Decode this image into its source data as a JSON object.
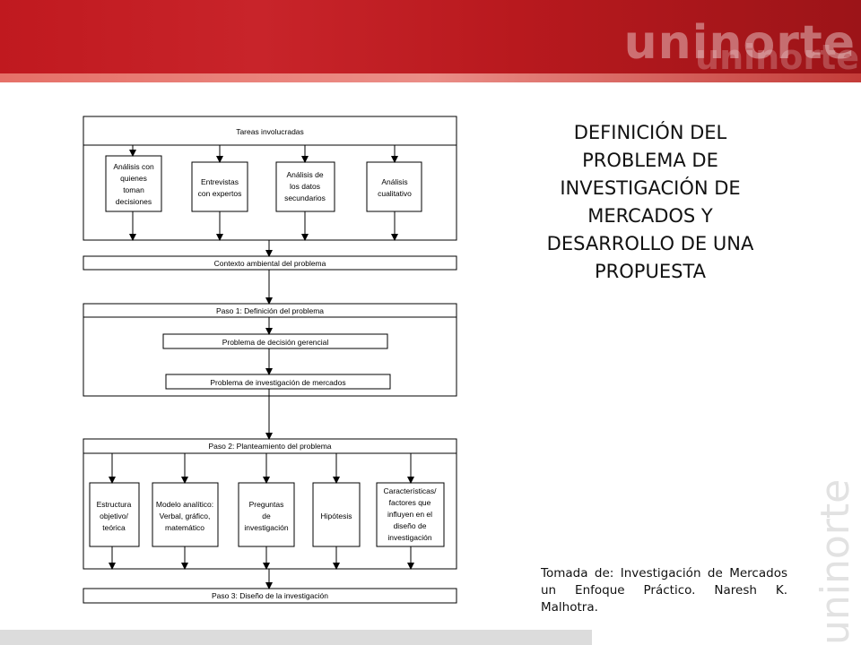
{
  "brand": {
    "logo_text": "uninorte",
    "side_logo_text": "uninorte",
    "header_color": "#c0191f"
  },
  "title_lines": [
    "DEFINICIÓN DEL",
    "PROBLEMA DE",
    "INVESTIGACIÓN DE",
    "MERCADOS Y",
    "DESARROLLO DE UNA",
    "PROPUESTA"
  ],
  "source_note": "Tomada de: Investigación de Mercados un Enfoque Práctico. Naresh K. Malhotra.",
  "diagram": {
    "tareas": {
      "header": "Tareas involucradas",
      "items": [
        [
          "Análisis con",
          "quienes",
          "toman",
          "decisiones"
        ],
        [
          "Entrevistas",
          "con expertos"
        ],
        [
          "Análisis de",
          "los datos",
          "secundarios"
        ],
        [
          "Análisis",
          "cualitativo"
        ]
      ]
    },
    "contexto": "Contexto ambiental del problema",
    "paso1": {
      "header": "Paso 1: Definición del problema",
      "decision": "Problema de decisión gerencial",
      "investigacion": "Problema de investigación de mercados"
    },
    "paso2": {
      "header": "Paso 2: Planteamiento del problema",
      "items": [
        [
          "Estructura",
          "objetivo/",
          "teórica"
        ],
        [
          "Modelo analítico:",
          "Verbal, gráfico,",
          "matemático"
        ],
        [
          "Preguntas",
          "de",
          "investigación"
        ],
        [
          "Hipótesis"
        ],
        [
          "Características/",
          "factores que",
          "influyen en el",
          "diseño de",
          "investigación"
        ]
      ]
    },
    "paso3": "Paso 3: Diseño de la investigación"
  }
}
